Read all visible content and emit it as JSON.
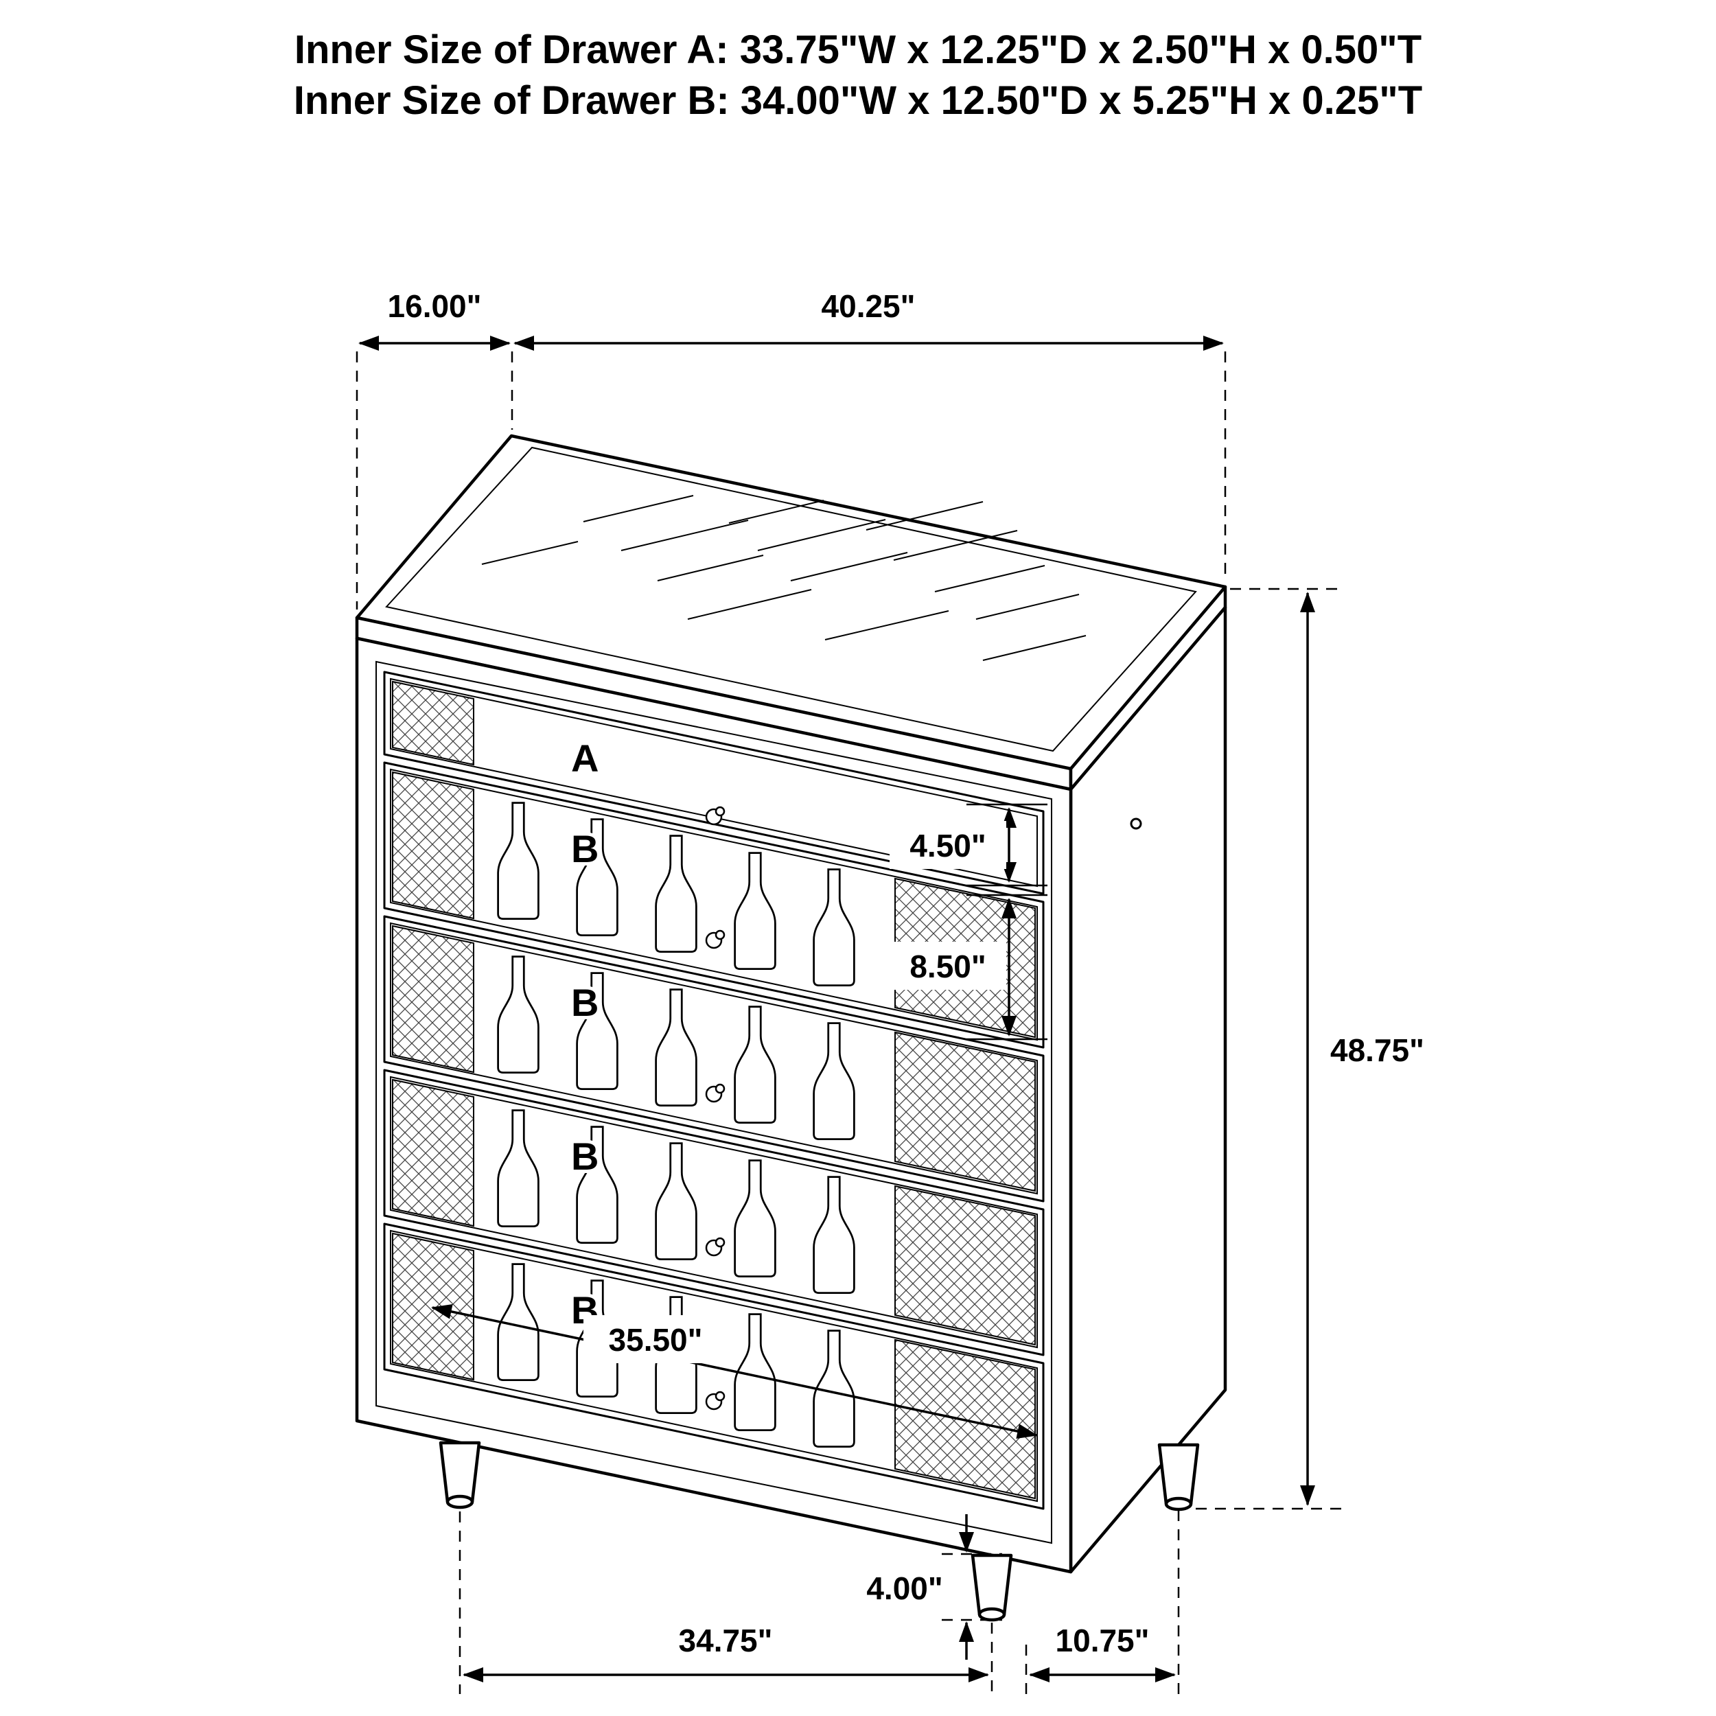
{
  "title": {
    "line1": "Inner Size of Drawer A: 33.75\"W x 12.25\"D x 2.50\"H x 0.50\"T",
    "line2": "Inner Size of Drawer B: 34.00\"W x 12.50\"D x 5.25\"H x 0.25\"T"
  },
  "dimensions": {
    "top_depth": "16.00\"",
    "top_width": "40.25\"",
    "overall_height": "48.75\"",
    "drawer_a_height": "4.50\"",
    "drawer_b_height": "8.50\"",
    "drawer_inner_width": "35.50\"",
    "leg_height": "4.00\"",
    "base_width": "34.75\"",
    "base_depth": "10.75\""
  },
  "drawer_labels": {
    "a": "A",
    "b": "B"
  },
  "colors": {
    "label_red": "#e8222a",
    "line_black": "#000000",
    "background": "#ffffff"
  }
}
